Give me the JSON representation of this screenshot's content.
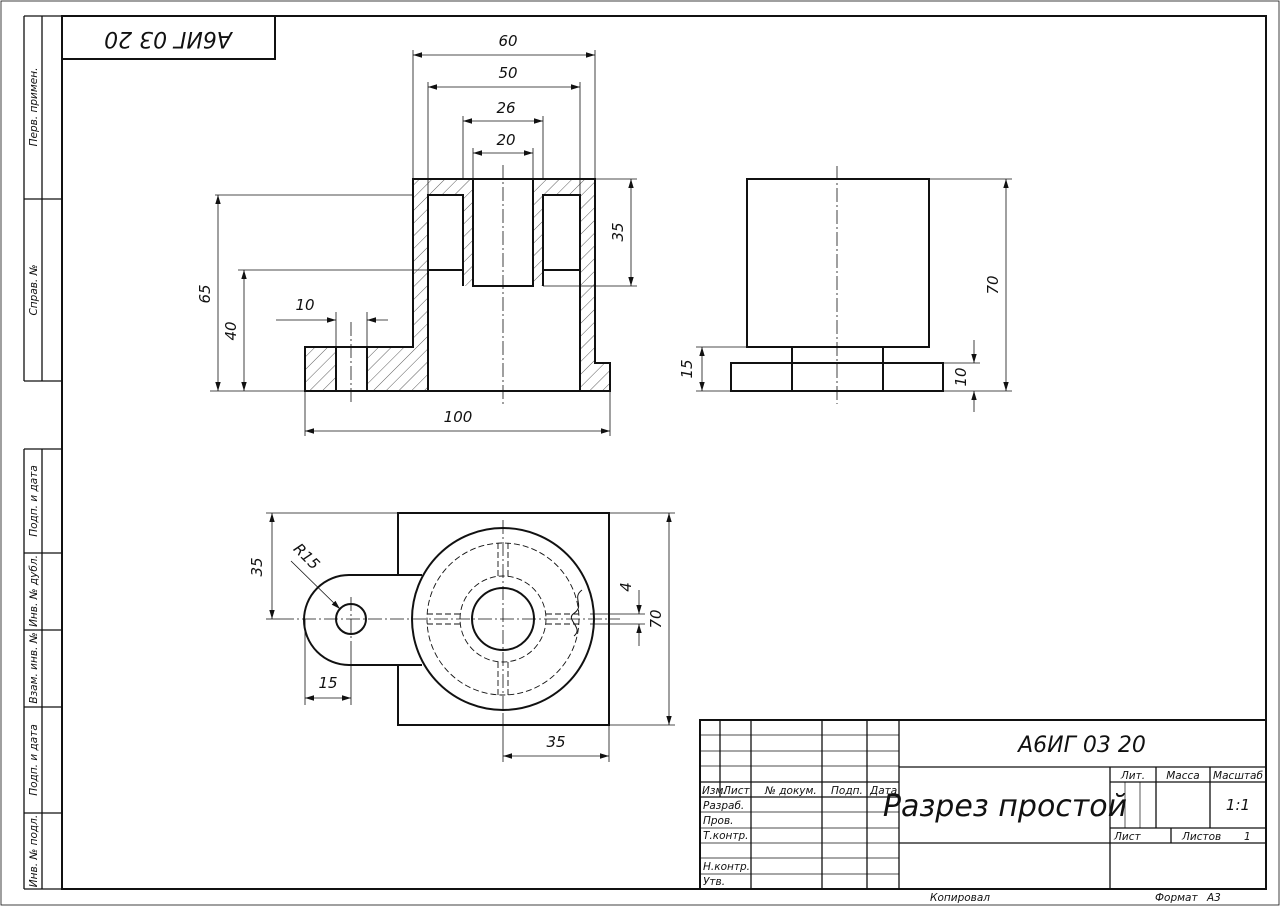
{
  "document": {
    "code": "А6ИГ 03 20",
    "code_mirrored": "А6ИГ 03 20",
    "title": "Разрез простой",
    "scale": "1:1",
    "sheets_total": "1",
    "format_label": "Формат",
    "format": "А3",
    "copied_label": "Копировал"
  },
  "side_strip": [
    "Перв. примен.",
    "Справ. №",
    "Подп. и дата",
    "Инв. № дубл.",
    "Взам. инв. №",
    "Подп. и дата",
    "Инв. № подл."
  ],
  "title_block": {
    "col_headers": [
      "Изм.",
      "Лист",
      "№ докум.",
      "Подп.",
      "Дата"
    ],
    "rows": [
      "Разраб.",
      "Пров.",
      "Т.контр.",
      "Н.контр.",
      "Утв."
    ],
    "lit": "Лит.",
    "mass": "Масса",
    "scale_label": "Масштаб",
    "sheet": "Лист",
    "sheets": "Листов"
  },
  "dimensions": {
    "front": [
      "60",
      "50",
      "26",
      "20",
      "35",
      "65",
      "40",
      "10",
      "100"
    ],
    "side": [
      "70",
      "15",
      "10"
    ],
    "top": [
      "35",
      "R15",
      "4",
      "70",
      "15",
      "35"
    ]
  }
}
